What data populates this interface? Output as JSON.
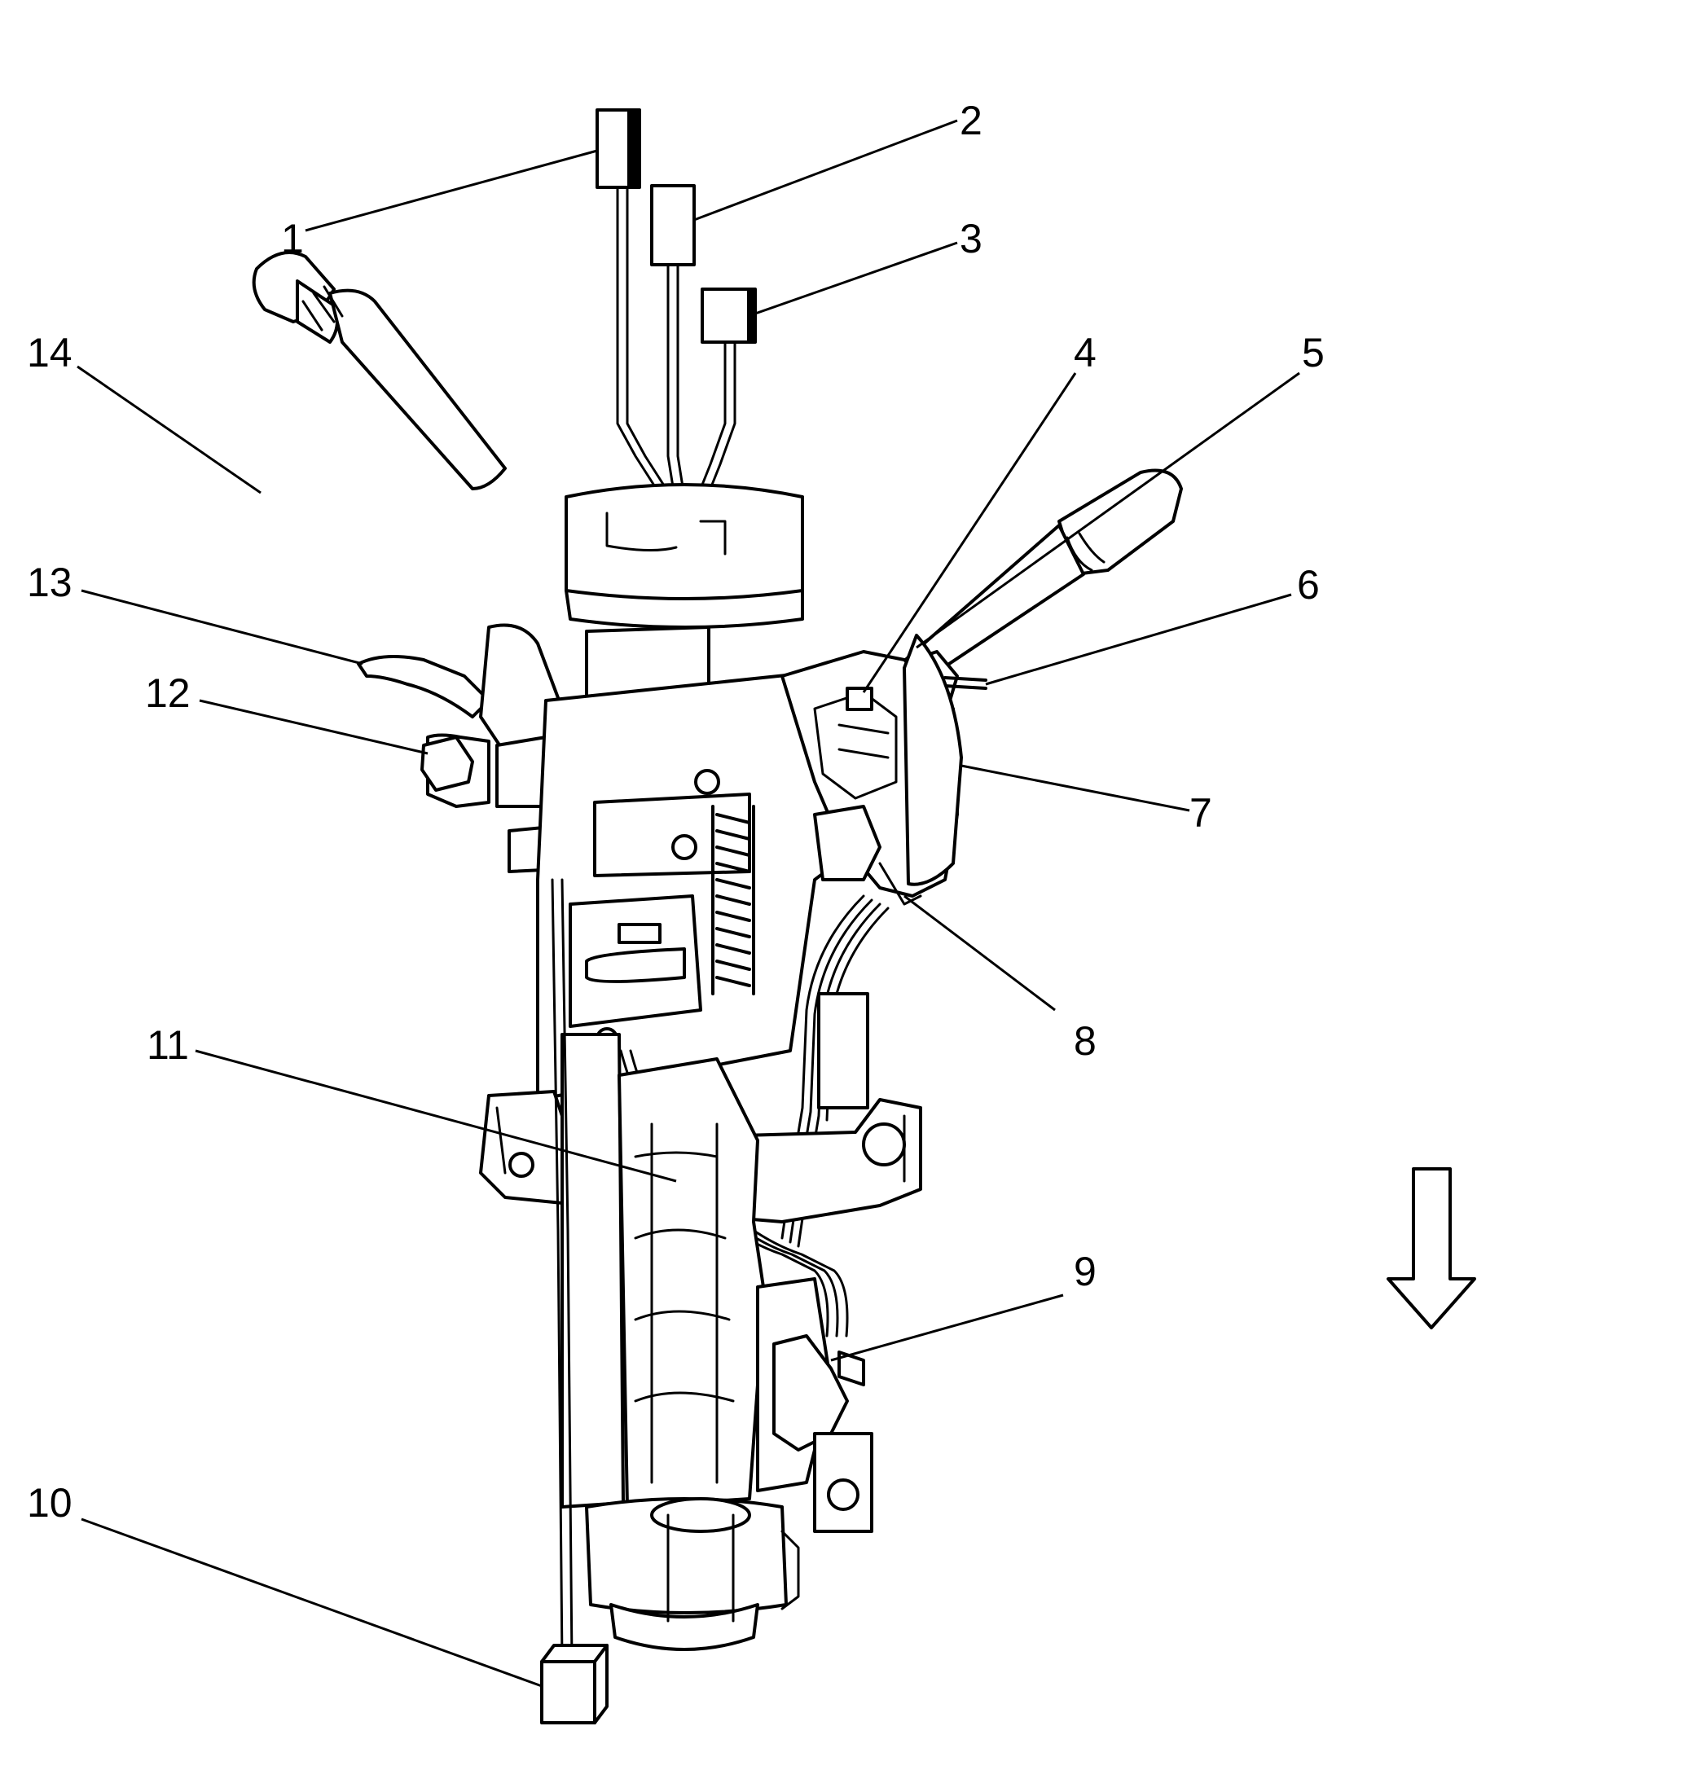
{
  "diagram": {
    "callouts": [
      {
        "id": "1",
        "label": "1"
      },
      {
        "id": "2",
        "label": "2"
      },
      {
        "id": "3",
        "label": "3"
      },
      {
        "id": "4",
        "label": "4"
      },
      {
        "id": "5",
        "label": "5"
      },
      {
        "id": "6",
        "label": "6"
      },
      {
        "id": "7",
        "label": "7"
      },
      {
        "id": "8",
        "label": "8"
      },
      {
        "id": "9",
        "label": "9"
      },
      {
        "id": "10",
        "label": "10"
      },
      {
        "id": "11",
        "label": "11"
      },
      {
        "id": "12",
        "label": "12"
      },
      {
        "id": "13",
        "label": "13"
      },
      {
        "id": "14",
        "label": "14"
      }
    ],
    "direction_arrow": "down-arrow-icon",
    "colors": {
      "line": "#000000",
      "background": "#ffffff"
    }
  }
}
